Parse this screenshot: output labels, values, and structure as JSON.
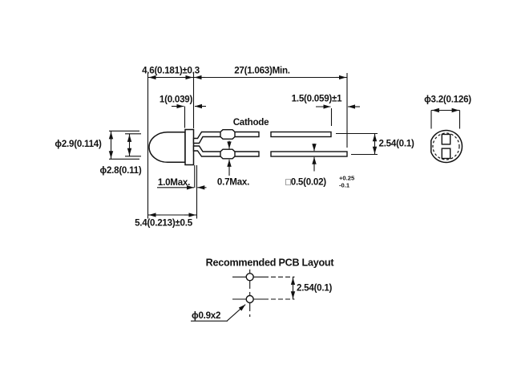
{
  "colors": {
    "ink": "#121212",
    "bg": "#ffffff"
  },
  "side_view": {
    "dim_body_length": "4.6(0.181)±0.3",
    "dim_lead_length_min": "27(1.063)Min.",
    "dim_flange_thickness": "1(0.039)",
    "dim_lead_tip_offset": "1.5(0.059)±1",
    "cathode_label": "Cathode",
    "dim_lens_diameter": "ϕ2.9(0.114)",
    "dim_body_diameter": "ϕ2.8(0.11)",
    "dim_standoff_max": "1.0Max.",
    "dim_crimp_max": "0.7Max.",
    "dim_lead_square": "□0.5(0.02)",
    "dim_lead_square_tol_plus": "+0.25",
    "dim_lead_square_tol_minus": "-0.1",
    "dim_body_total_length": "5.4(0.213)±0.5",
    "dim_lead_pitch": "2.54(0.1)"
  },
  "end_view": {
    "dim_flange_diameter": "ϕ3.2(0.126)"
  },
  "pcb_layout": {
    "title": "Recommended PCB Layout",
    "dim_hole_pitch": "2.54(0.1)",
    "dim_hole_diameter": "ϕ0.9x2"
  }
}
